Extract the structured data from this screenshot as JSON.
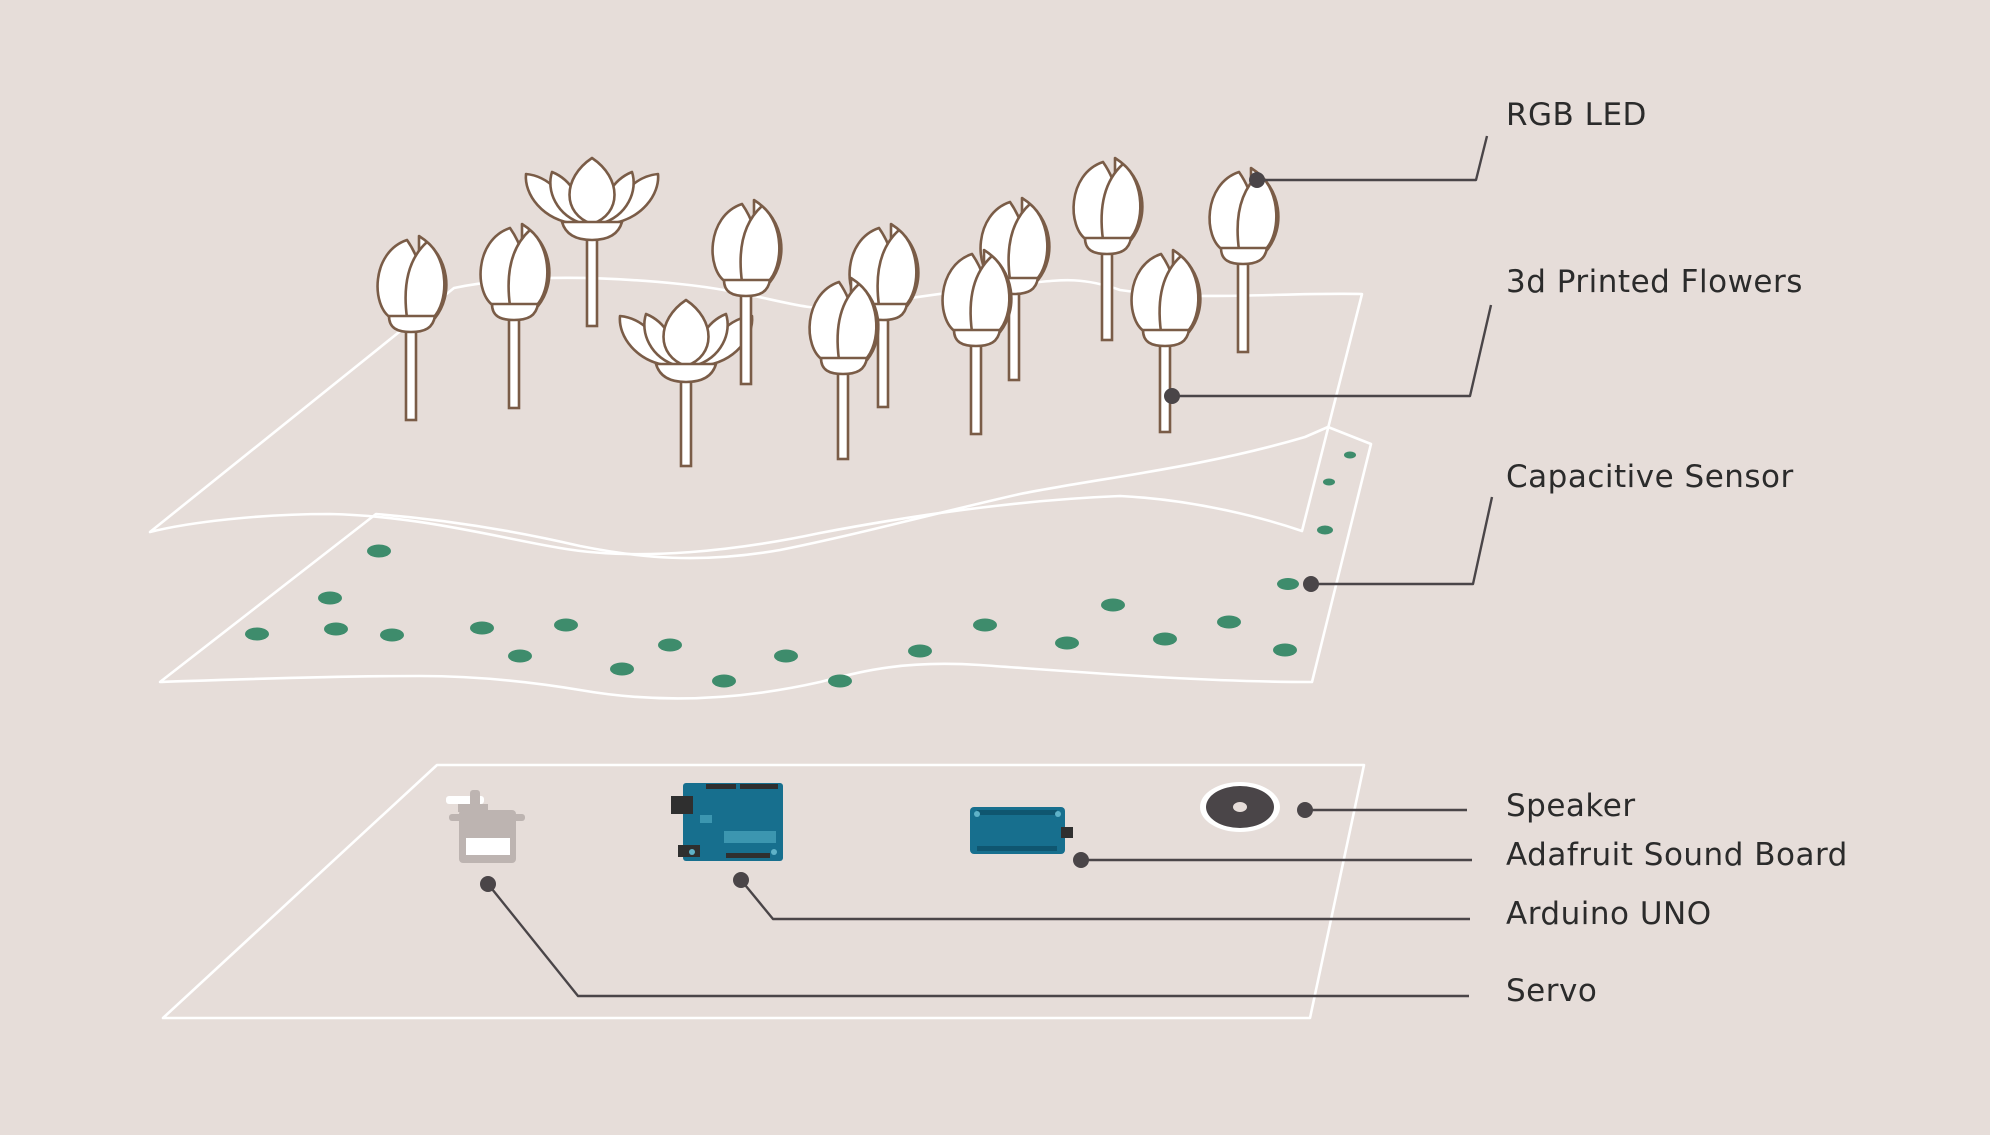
{
  "diagram": {
    "background": "#e6ddd9",
    "sheet_color": "#ffffff",
    "flower_outline": "#7a5c47",
    "pad_color": "#3e8c6c",
    "leader_color": "#4a4548",
    "labels": {
      "rgb_led": "RGB LED",
      "flowers": "3d Printed Flowers",
      "sensor": "Capacitive Sensor",
      "speaker": "Speaker",
      "sound_board": "Adafruit Sound Board",
      "arduino": "Arduino UNO",
      "servo": "Servo"
    },
    "components": {
      "servo_icon": "servo-motor-icon",
      "arduino_icon": "arduino-board-icon",
      "sound_board_icon": "sound-board-icon",
      "speaker_icon": "speaker-icon"
    }
  }
}
